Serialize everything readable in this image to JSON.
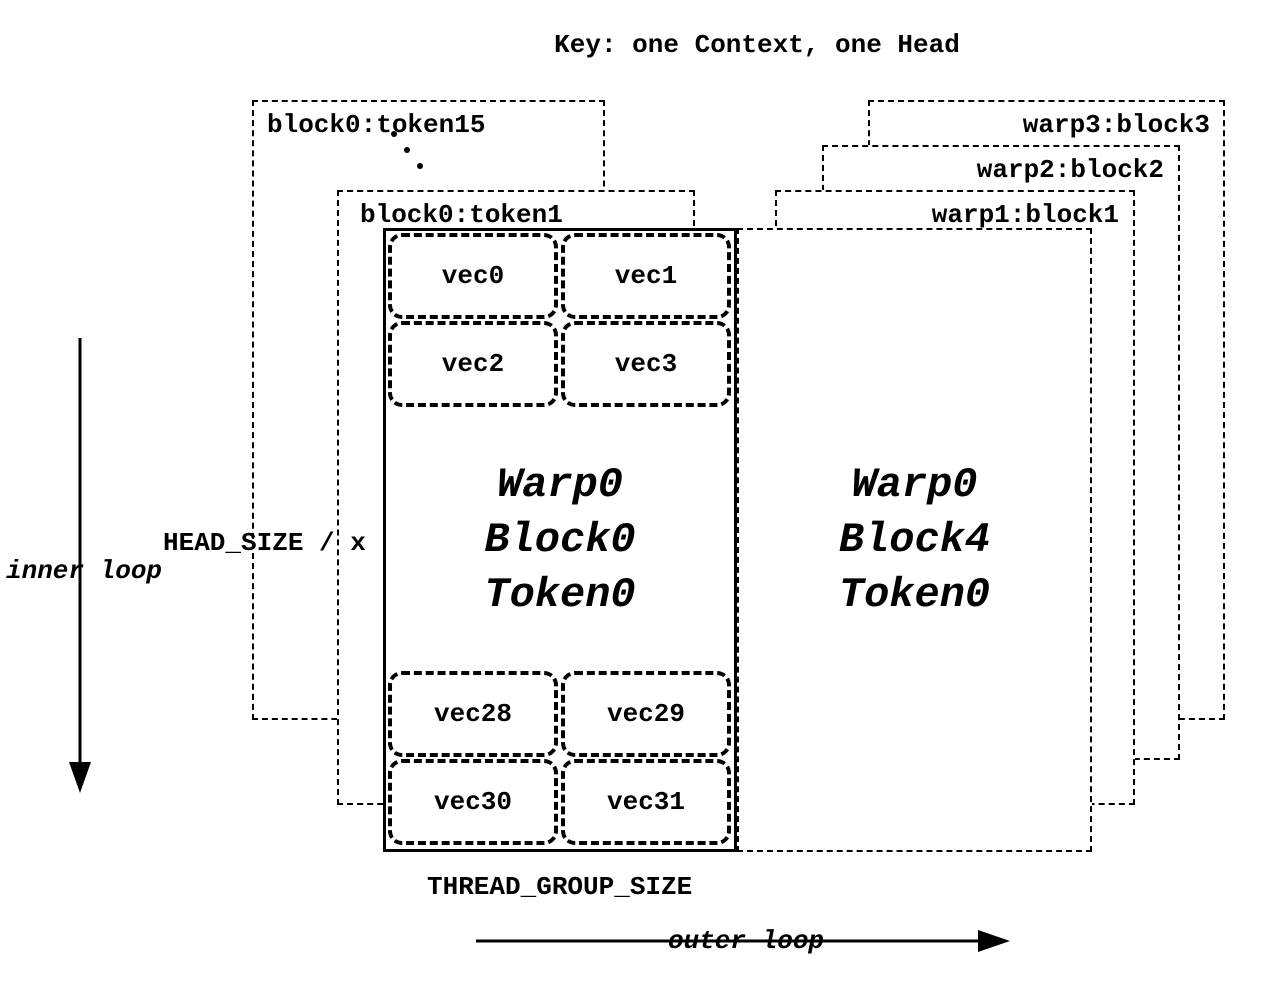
{
  "title": "Key: one Context, one Head",
  "left_layers": {
    "token15": "block0:token15",
    "token1": "block0:token1"
  },
  "right_layers": {
    "warp1": "warp1:block1",
    "warp2": "warp2:block2",
    "warp3": "warp3:block3"
  },
  "main_block": {
    "lines": [
      "Warp0",
      "Block0",
      "Token0"
    ]
  },
  "right_block": {
    "lines": [
      "Warp0",
      "Block4",
      "Token0"
    ]
  },
  "vec_labels": [
    "vec0",
    "vec1",
    "vec2",
    "vec3",
    "vec28",
    "vec29",
    "vec30",
    "vec31"
  ],
  "annotations": {
    "inner_loop": "inner loop",
    "outer_loop": "outer loop",
    "head_size": "HEAD_SIZE / x",
    "thread_group_size": "THREAD_GROUP_SIZE"
  },
  "icons": {
    "diagonal_ellipsis": "diagonal-ellipsis",
    "down_arrow": "down-arrow",
    "right_arrow": "right-arrow"
  },
  "colors": {
    "ink": "#000000",
    "background": "#ffffff"
  }
}
